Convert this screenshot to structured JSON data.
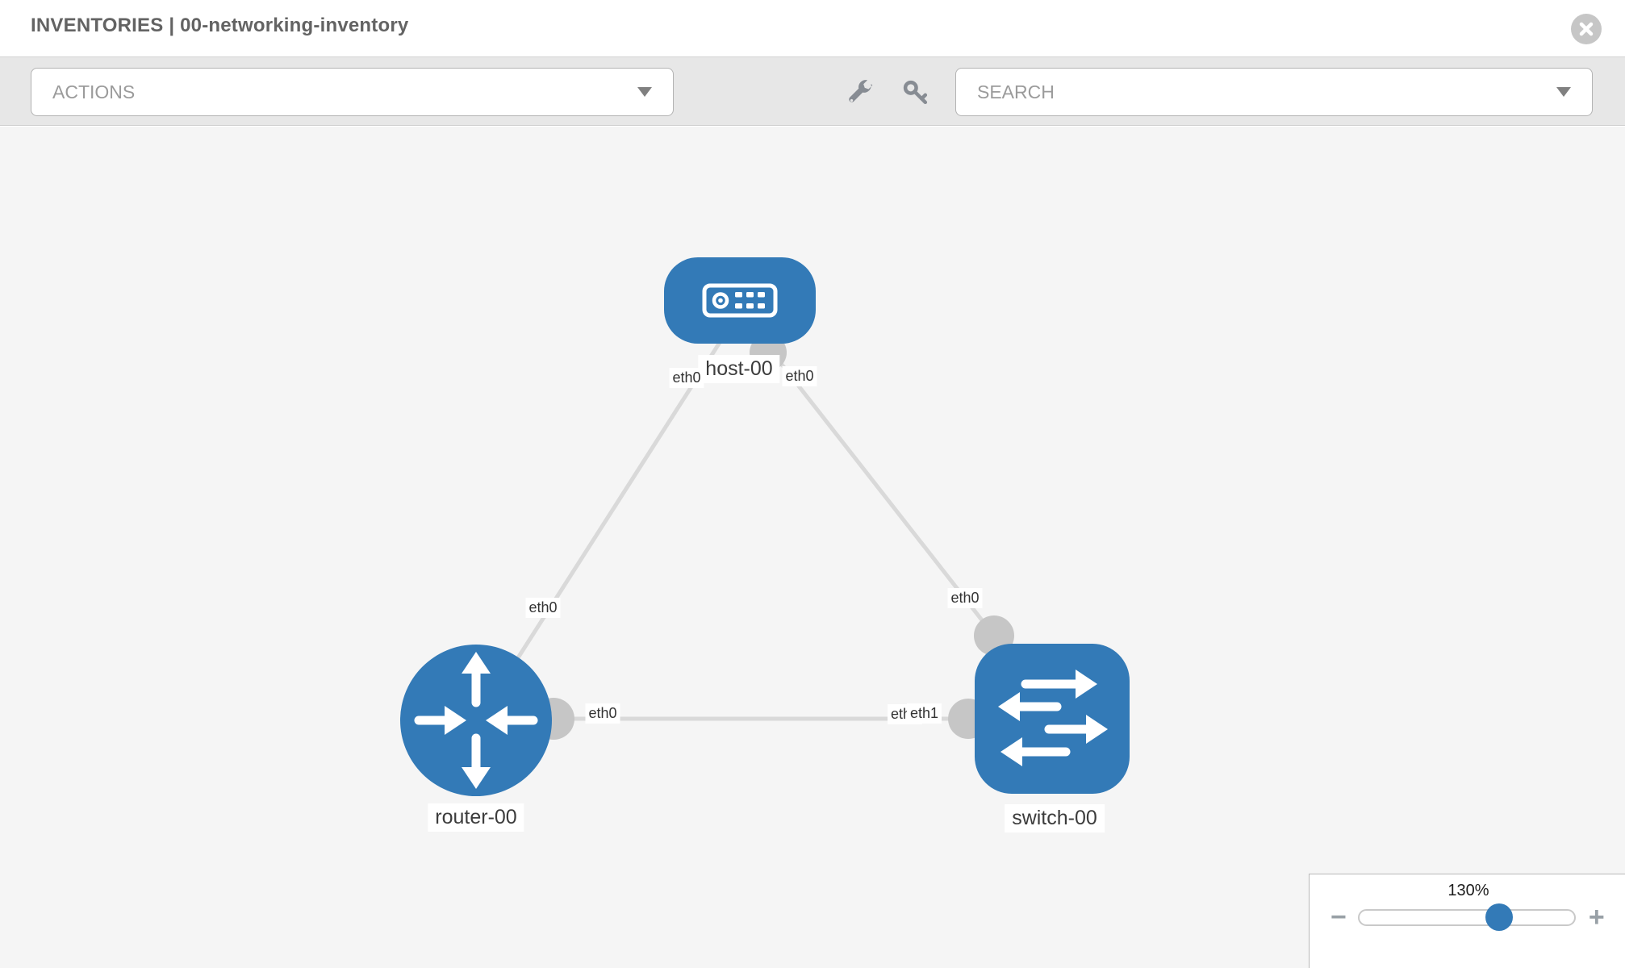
{
  "header": {
    "title": "INVENTORIES | 00-networking-inventory"
  },
  "toolbar": {
    "actions_label": "ACTIONS",
    "search_label": "SEARCH",
    "icons": [
      "wrench-icon",
      "key-icon"
    ]
  },
  "topology": {
    "nodes": [
      {
        "id": "host-00",
        "type": "host",
        "label": "host-00"
      },
      {
        "id": "router-00",
        "type": "router",
        "label": "router-00"
      },
      {
        "id": "switch-00",
        "type": "switch",
        "label": "switch-00"
      }
    ],
    "links": [
      {
        "from": "host-00",
        "to": "router-00",
        "from_interface": "eth0",
        "to_interface": "eth0"
      },
      {
        "from": "host-00",
        "to": "switch-00",
        "from_interface": "eth0",
        "to_interface": "eth0"
      },
      {
        "from": "router-00",
        "to": "switch-00",
        "from_interface": "eth0",
        "to_interface": "eth1"
      }
    ],
    "port_labels": {
      "host_left": "eth0",
      "host_right": "eth0",
      "router_top": "eth0",
      "router_right": "eth0",
      "switch_top": "eth0",
      "switch_left_under": "eth0",
      "switch_left_over": "eth1"
    }
  },
  "zoom_control": {
    "level": "130%",
    "minus_label": "−",
    "plus_label": "+"
  },
  "colors": {
    "node_blue": "#337ab7",
    "link_gray": "#d9d9d9",
    "connector_gray": "#c6c6c6",
    "toolbar_bg": "#e7e7e7",
    "canvas_bg": "#f5f5f5",
    "title_text": "#636363",
    "control_text": "#9b9b9b"
  }
}
